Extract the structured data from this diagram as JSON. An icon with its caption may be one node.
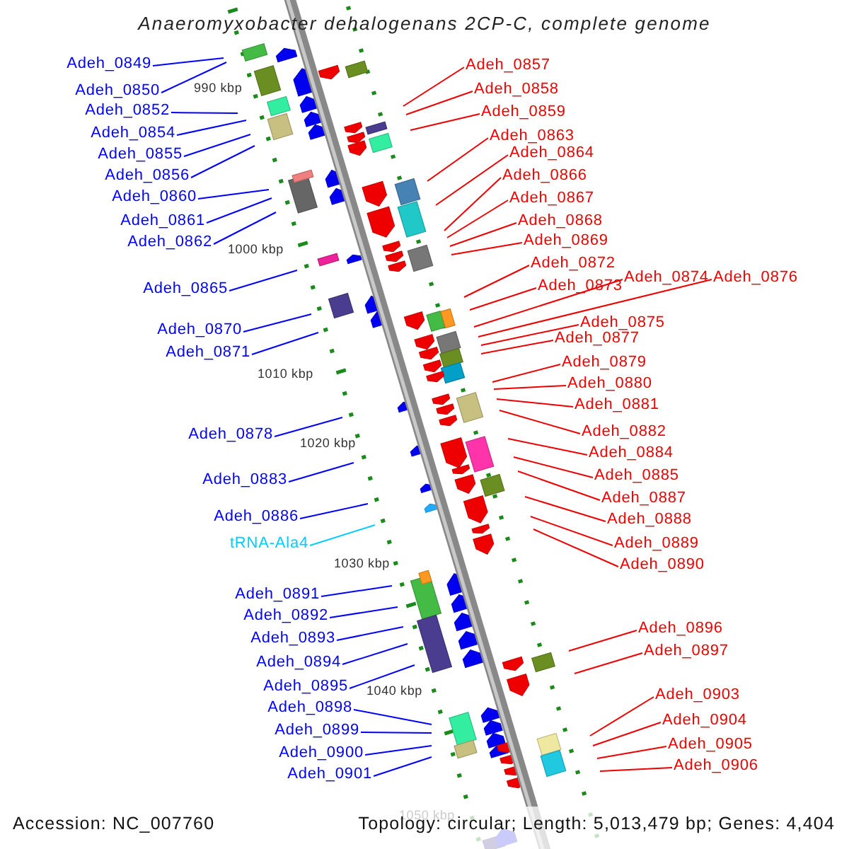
{
  "diagram": {
    "title": "Anaeromyxobacter dehalogenans 2CP-C, complete genome",
    "nodes": [
      {
        "text": [
          "Adeh_0849"
        ]
      },
      {
        "text": [
          "Adeh_0850"
        ]
      },
      {
        "text": [
          "Adeh_0852"
        ]
      },
      {
        "text": [
          "Adeh_0854"
        ]
      },
      {
        "text": [
          "Adeh_0855"
        ]
      },
      {
        "text": [
          "Adeh_0856"
        ]
      },
      {
        "text": [
          "Adeh_0860"
        ]
      },
      {
        "text": [
          "Adeh_0861"
        ]
      },
      {
        "text": [
          "Adeh_0862"
        ]
      },
      {
        "text": [
          "Adeh_0865"
        ]
      },
      {
        "text": [
          "Adeh_0870"
        ]
      },
      {
        "text": [
          "Adeh_0871"
        ]
      },
      {
        "text": [
          "Adeh_0878"
        ]
      },
      {
        "text": [
          "Adeh_0883"
        ]
      },
      {
        "text": [
          "Adeh_0886"
        ]
      },
      {
        "text": [
          "tRNA-Ala4"
        ]
      },
      {
        "text": [
          "Adeh_0891"
        ]
      },
      {
        "text": [
          "Adeh_0892"
        ]
      },
      {
        "text": [
          "Adeh_0893"
        ]
      },
      {
        "text": [
          "Adeh_0894"
        ]
      },
      {
        "text": [
          "Adeh_0895"
        ]
      },
      {
        "text": [
          "Adeh_0898"
        ]
      },
      {
        "text": [
          "Adeh_0899"
        ]
      },
      {
        "text": [
          "Adeh_0900"
        ]
      },
      {
        "text": [
          "Adeh_0901"
        ]
      },
      {
        "text": [
          "Adeh_0857"
        ]
      },
      {
        "text": [
          "Adeh_0858"
        ]
      },
      {
        "text": [
          "Adeh_0859"
        ]
      },
      {
        "text": [
          "Adeh_0863"
        ]
      },
      {
        "text": [
          "Adeh_0864"
        ]
      },
      {
        "text": [
          "Adeh_0866"
        ]
      },
      {
        "text": [
          "Adeh_0867"
        ]
      },
      {
        "text": [
          "Adeh_0868"
        ]
      },
      {
        "text": [
          "Adeh_0869"
        ]
      },
      {
        "text": [
          "Adeh_0872"
        ]
      },
      {
        "text": [
          "Adeh_0873"
        ]
      },
      {
        "text": [
          "Adeh_0874"
        ]
      },
      {
        "text": [
          "Adeh_0876"
        ]
      },
      {
        "text": [
          "Adeh_0875"
        ]
      },
      {
        "text": [
          "Adeh_0877"
        ]
      },
      {
        "text": [
          "Adeh_0879"
        ]
      },
      {
        "text": [
          "Adeh_0880"
        ]
      },
      {
        "text": [
          "Adeh_0881"
        ]
      },
      {
        "text": [
          "Adeh_0882"
        ]
      },
      {
        "text": [
          "Adeh_0884"
        ]
      },
      {
        "text": [
          "Adeh_0885"
        ]
      },
      {
        "text": [
          "Adeh_0887"
        ]
      },
      {
        "text": [
          "Adeh_0888"
        ]
      },
      {
        "text": [
          "Adeh_0889"
        ]
      },
      {
        "text": [
          "Adeh_0890"
        ]
      },
      {
        "text": [
          "Adeh_0896"
        ]
      },
      {
        "text": [
          "Adeh_0897"
        ]
      },
      {
        "text": [
          "Adeh_0903"
        ]
      },
      {
        "text": [
          "Adeh_0904"
        ]
      },
      {
        "text": [
          "Adeh_0905"
        ]
      },
      {
        "text": [
          "Adeh_0906"
        ]
      }
    ],
    "edges": [
      {
        "from": 0,
        "to": null,
        "arrow": "none",
        "color": "#0000ff"
      },
      {
        "from": 1,
        "to": null,
        "arrow": "none",
        "color": "#0000ff"
      },
      {
        "from": 2,
        "to": null,
        "arrow": "none",
        "color": "#0000ff"
      },
      {
        "from": 3,
        "to": null,
        "arrow": "none",
        "color": "#0000ff"
      },
      {
        "from": 4,
        "to": null,
        "arrow": "none",
        "color": "#0000ff"
      },
      {
        "from": 5,
        "to": null,
        "arrow": "none",
        "color": "#0000ff"
      },
      {
        "from": 6,
        "to": null,
        "arrow": "none",
        "color": "#0000ff"
      },
      {
        "from": 7,
        "to": null,
        "arrow": "none",
        "color": "#0000ff"
      },
      {
        "from": 8,
        "to": null,
        "arrow": "none",
        "color": "#0000ff"
      },
      {
        "from": 9,
        "to": null,
        "arrow": "none",
        "color": "#0000ff"
      },
      {
        "from": 10,
        "to": null,
        "arrow": "none",
        "color": "#0000ff"
      },
      {
        "from": 11,
        "to": null,
        "arrow": "none",
        "color": "#0000ff"
      },
      {
        "from": 12,
        "to": null,
        "arrow": "none",
        "color": "#0000ff"
      },
      {
        "from": 13,
        "to": null,
        "arrow": "none",
        "color": "#0000ff"
      },
      {
        "from": 14,
        "to": null,
        "arrow": "none",
        "color": "#0000ff"
      },
      {
        "from": 15,
        "to": null,
        "arrow": "none",
        "color": "#00ccff"
      },
      {
        "from": 16,
        "to": null,
        "arrow": "none",
        "color": "#0000ff"
      },
      {
        "from": 17,
        "to": null,
        "arrow": "none",
        "color": "#0000ff"
      },
      {
        "from": 18,
        "to": null,
        "arrow": "none",
        "color": "#0000ff"
      },
      {
        "from": 19,
        "to": null,
        "arrow": "none",
        "color": "#0000ff"
      },
      {
        "from": 20,
        "to": null,
        "arrow": "none",
        "color": "#0000ff"
      },
      {
        "from": 21,
        "to": null,
        "arrow": "none",
        "color": "#0000ff"
      },
      {
        "from": 22,
        "to": null,
        "arrow": "none",
        "color": "#0000ff"
      },
      {
        "from": 23,
        "to": null,
        "arrow": "none",
        "color": "#0000ff"
      },
      {
        "from": 24,
        "to": null,
        "arrow": "none",
        "color": "#0000ff"
      },
      {
        "from": 25,
        "to": null,
        "arrow": "none"
      },
      {
        "from": 26,
        "to": null,
        "arrow": "none"
      },
      {
        "from": 27,
        "to": null,
        "arrow": "none"
      },
      {
        "from": 28,
        "to": null,
        "arrow": "none"
      },
      {
        "from": 29,
        "to": null,
        "arrow": "none"
      },
      {
        "from": 30,
        "to": null,
        "arrow": "none"
      },
      {
        "from": 31,
        "to": null,
        "arrow": "none"
      },
      {
        "from": 32,
        "to": null,
        "arrow": "none"
      },
      {
        "from": 33,
        "to": null,
        "arrow": "none"
      },
      {
        "from": 34,
        "to": null,
        "arrow": "none"
      },
      {
        "from": 35,
        "to": null,
        "arrow": "none"
      },
      {
        "from": 36,
        "to": null,
        "arrow": "none"
      },
      {
        "from": 37,
        "to": null,
        "arrow": "none"
      },
      {
        "from": 38,
        "to": null,
        "arrow": "none"
      },
      {
        "from": 39,
        "to": null,
        "arrow": "none"
      },
      {
        "from": 40,
        "to": null,
        "arrow": "none"
      },
      {
        "from": 41,
        "to": null,
        "arrow": "none"
      },
      {
        "from": 42,
        "to": null,
        "arrow": "none"
      },
      {
        "from": 43,
        "to": null,
        "arrow": "none"
      },
      {
        "from": 44,
        "to": null,
        "arrow": "none"
      },
      {
        "from": 45,
        "to": null,
        "arrow": "none"
      },
      {
        "from": 46,
        "to": null,
        "arrow": "none"
      },
      {
        "from": 47,
        "to": null,
        "arrow": "none"
      },
      {
        "from": 48,
        "to": null,
        "arrow": "none"
      },
      {
        "from": 49,
        "to": null,
        "arrow": "none"
      },
      {
        "from": 50,
        "to": null,
        "arrow": "none"
      },
      {
        "from": 51,
        "to": null,
        "arrow": "none"
      },
      {
        "from": 52,
        "to": null,
        "arrow": "none"
      },
      {
        "from": 53,
        "to": null,
        "arrow": "none"
      },
      {
        "from": 54,
        "to": null,
        "arrow": "none"
      },
      {
        "from": 55,
        "to": null,
        "arrow": "none"
      }
    ],
    "labels": [
      "990 kbp",
      "1000 kbp",
      "1010 kbp",
      "1020 kbp",
      "1030 kbp",
      "1040 kbp",
      "1050 kbp",
      "Accession: NC_007760",
      "Topology: circular; Length: 5,013,479 bp; Genes: 4,404"
    ]
  }
}
